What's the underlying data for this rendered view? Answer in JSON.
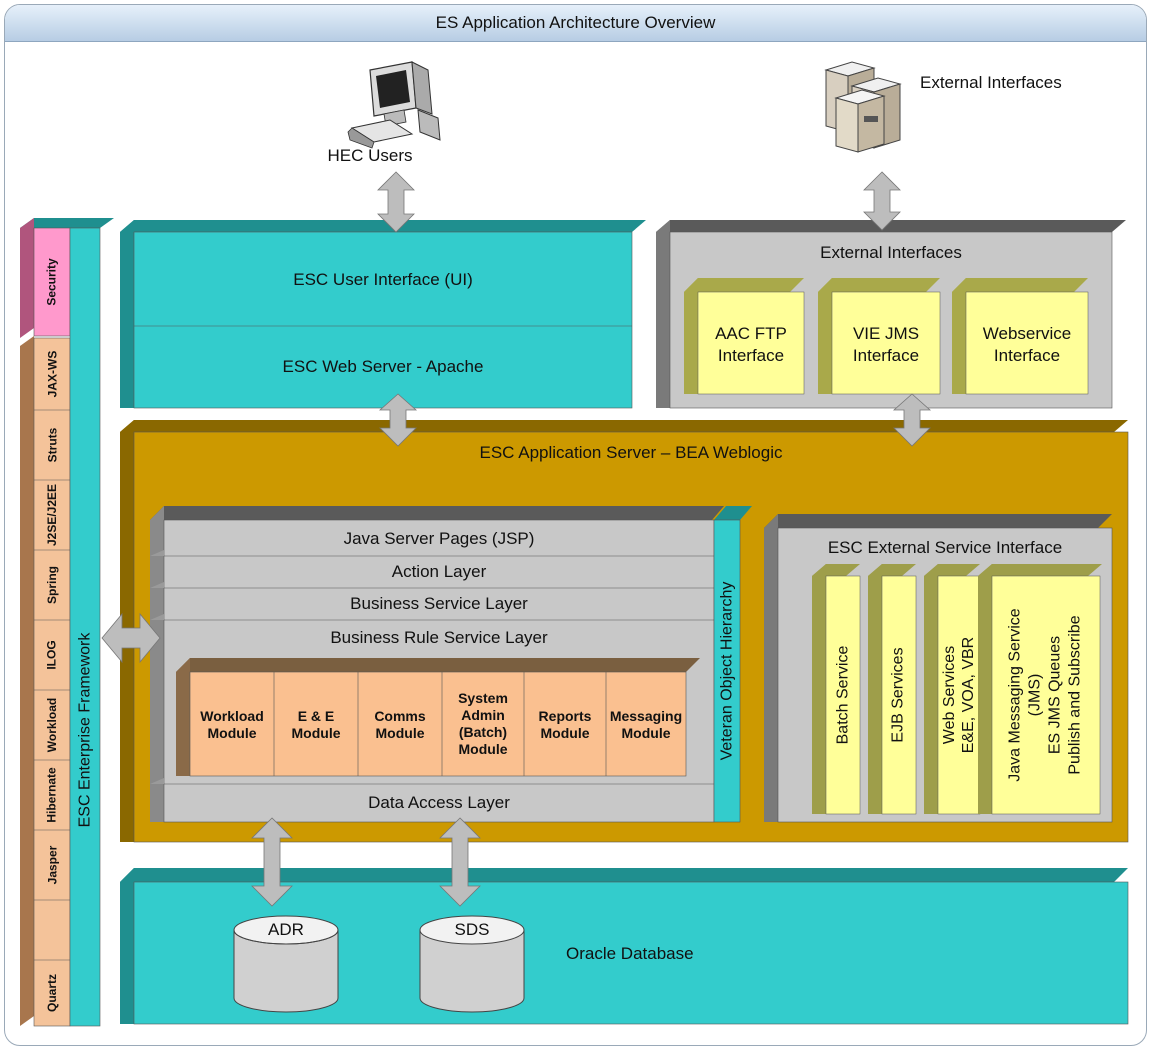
{
  "title": "ES Application Architecture Overview",
  "actors": {
    "hec_users": "HEC Users",
    "external_interfaces": "External Interfaces"
  },
  "framework": {
    "label": "ESC Enterprise Framework",
    "security": "Security",
    "items": [
      "JAX-WS",
      "Struts",
      "J2SE/J2EE",
      "Spring",
      "ILOG",
      "Workload",
      "Hibernate",
      "Jasper",
      "Quartz"
    ]
  },
  "ui_box": {
    "top": "ESC User Interface (UI)",
    "bottom": "ESC  Web Server - Apache"
  },
  "ext_box": {
    "title": "External Interfaces",
    "items": [
      {
        "line1": "AAC FTP",
        "line2": "Interface"
      },
      {
        "line1": "VIE JMS",
        "line2": "Interface"
      },
      {
        "line1": "Webservice",
        "line2": "Interface"
      }
    ]
  },
  "app_server": {
    "title": "ESC Application Server – BEA Weblogic",
    "layers": [
      "Java Server Pages (JSP)",
      "Action Layer",
      "Business Service Layer",
      "Business Rule Service Layer"
    ],
    "modules": [
      {
        "l1": "Workload",
        "l2": "Module",
        "l3": "",
        "l4": ""
      },
      {
        "l1": "E & E",
        "l2": "Module",
        "l3": "",
        "l4": ""
      },
      {
        "l1": "Comms",
        "l2": "Module",
        "l3": "",
        "l4": ""
      },
      {
        "l1": "System",
        "l2": "Admin",
        "l3": "(Batch)",
        "l4": "Module"
      },
      {
        "l1": "Reports",
        "l2": "Module",
        "l3": "",
        "l4": ""
      },
      {
        "l1": "Messaging",
        "l2": "Module",
        "l3": "",
        "l4": ""
      }
    ],
    "data_access": "Data Access Layer",
    "veteran": "Veteran Object Hierarchy",
    "ext_service": {
      "title": "ESC External Service Interface",
      "batch": "Batch Service",
      "ejb": "EJB Services",
      "ws_l1": "Web Services",
      "ws_l2": "E&E, VOA, VBR",
      "jms_l1": "Java Messaging Service",
      "jms_l2": "(JMS)",
      "jms_l3": "ES JMS Queues",
      "jms_l4": "Publish and Subscribe"
    }
  },
  "database": {
    "label": "Oracle Database",
    "adr": "ADR",
    "sds": "SDS"
  },
  "colors": {
    "teal": "#33cccc",
    "teal_dark": "#1f8f8f",
    "gold": "#cc9900",
    "gold_dark": "#8a6800",
    "gray": "#c8c8c8",
    "gray_dark": "#7a7a7a",
    "yellow": "#ffff99",
    "yellow_side": "#a9a94a",
    "orange": "#fac090",
    "pink": "#ff99cc",
    "tan": "#f4c39a",
    "olive": "#9e9e4a"
  }
}
